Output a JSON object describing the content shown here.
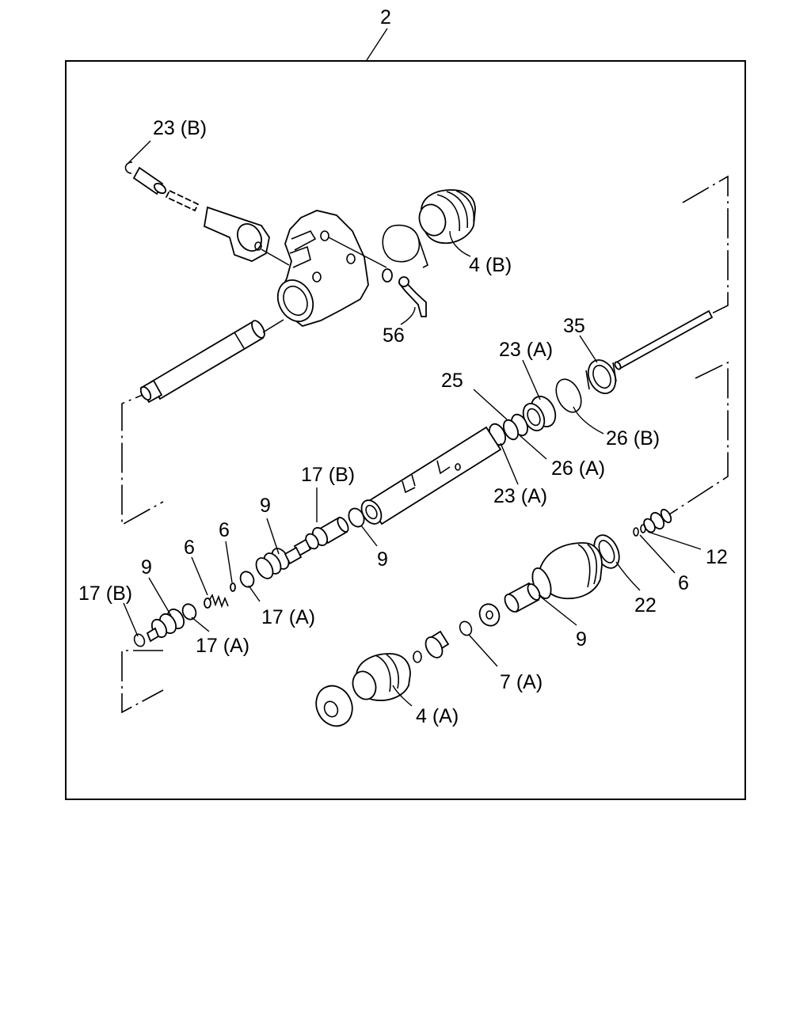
{
  "labels": {
    "kit": "2",
    "p23b": "23 (B)",
    "p4b": "4 (B)",
    "p56": "56",
    "p35": "35",
    "p23a_top": "23 (A)",
    "p25": "25",
    "p26b": "26 (B)",
    "p26a": "26 (A)",
    "p23a_bot": "23 (A)",
    "p17b_mid": "17 (B)",
    "p9_mid": "9",
    "p9_center": "9",
    "p6_mid": "6",
    "p6_left": "6",
    "p9_left": "9",
    "p17b_left": "17 (B)",
    "p17a_mid": "17 (A)",
    "p17a_left": "17 (A)",
    "p12": "12",
    "p6_right": "6",
    "p22": "22",
    "p9_right": "9",
    "p7a": "7 (A)",
    "p4a": "4 (A)"
  }
}
